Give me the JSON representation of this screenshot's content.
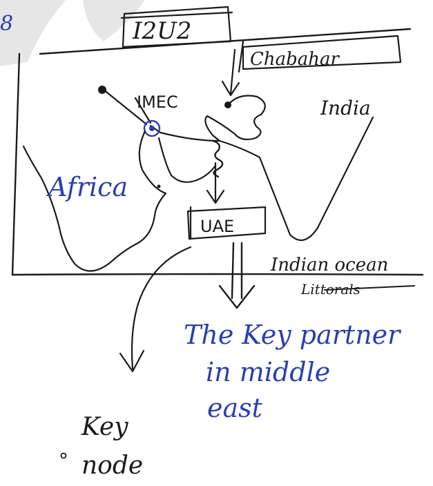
{
  "labels": {
    "corner_fragment": "8",
    "header": "I2U2",
    "port": "Chabahar",
    "corridor": "IMEC",
    "country": "India",
    "continent": "Africa",
    "partner": "UAE",
    "region_line1": "Indian ocean",
    "region_line2": "Littorals",
    "note_line1": "The Key partner",
    "note_line2": "in middle",
    "note_line3": "east",
    "node_line1": "Key",
    "node_line2": "node"
  },
  "colors": {
    "black_ink": "#1a1a1a",
    "blue_ink": "#2a3fb0",
    "watermark": "#e6e6e6"
  }
}
